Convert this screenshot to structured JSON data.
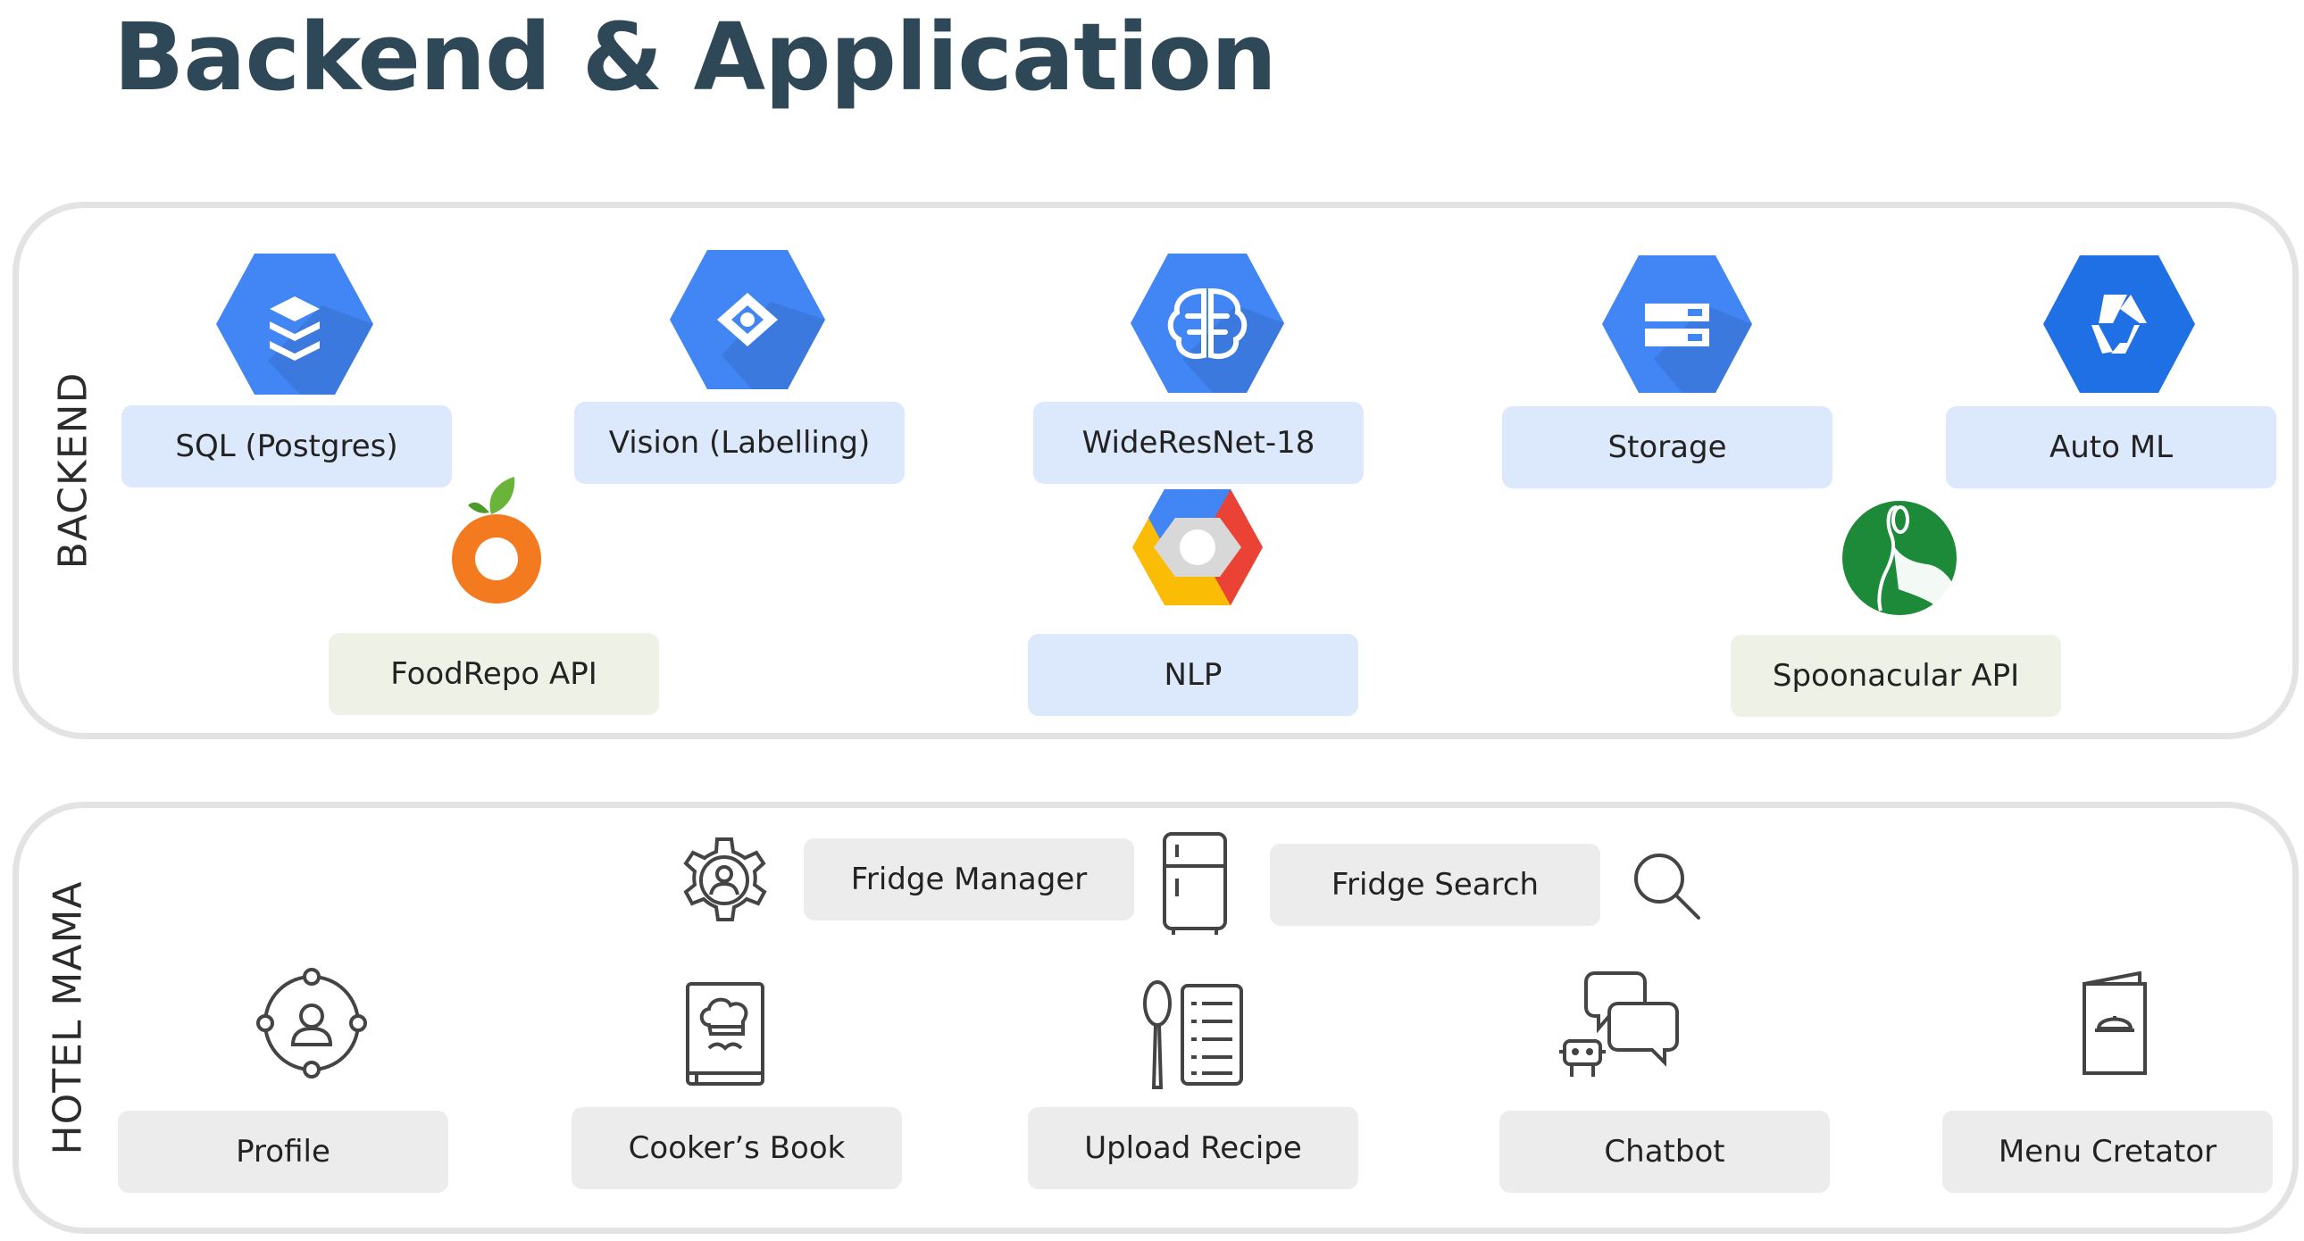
{
  "title": "Backend & Application",
  "backend": {
    "label": "BACKEND",
    "services": [
      {
        "label": "SQL (Postgres)",
        "icon": "cloud-sql-icon"
      },
      {
        "label": "Vision (Labelling)",
        "icon": "cloud-vision-icon"
      },
      {
        "label": "WideResNet-18",
        "icon": "ml-engine-brain-icon"
      },
      {
        "label": "Storage",
        "icon": "cloud-storage-icon"
      },
      {
        "label": "Auto ML",
        "icon": "automl-icon"
      }
    ],
    "apis": [
      {
        "label": "FoodRepo API",
        "icon": "foodrepo-logo"
      },
      {
        "label": "NLP",
        "icon": "google-cloud-logo"
      },
      {
        "label": "Spoonacular API",
        "icon": "spoonacular-logo"
      }
    ]
  },
  "app": {
    "label": "HOTEL MAMA",
    "fridge": [
      {
        "label": "Fridge Manager",
        "icon": "settings-user-icon"
      },
      {
        "label": "Fridge Search",
        "icon": "search-icon"
      }
    ],
    "features": [
      {
        "label": "Profile",
        "icon": "user-circle-icon"
      },
      {
        "label": "Cooker’s Book",
        "icon": "chef-book-icon"
      },
      {
        "label": "Upload Recipe",
        "icon": "spoon-list-icon"
      },
      {
        "label": "Chatbot",
        "icon": "chatbot-icon"
      },
      {
        "label": "Menu Cretator",
        "icon": "menu-cloche-icon"
      }
    ]
  },
  "colors": {
    "title": "#2f4858",
    "gcp_blue": "#4285f4",
    "service_box": "#dce8fb",
    "api_box": "#eef2e6",
    "app_box": "#ececec",
    "panel_border": "#e3e3e3"
  }
}
